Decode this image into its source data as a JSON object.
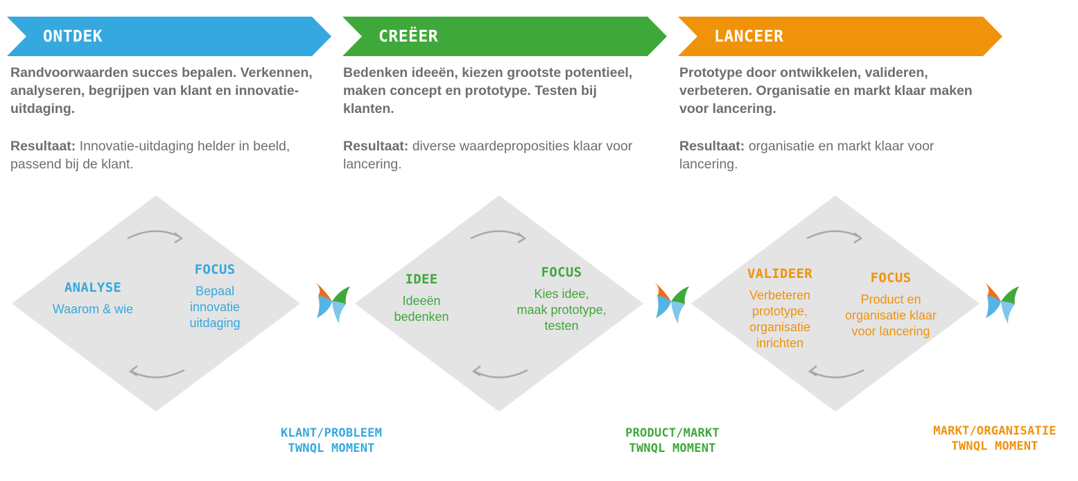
{
  "colors": {
    "blue": "#35a8df",
    "green": "#3fa83a",
    "orange": "#f0920a",
    "gray_text": "#6e6e6e",
    "diamond": "#e4e4e4",
    "arrow": "#a8a8a8"
  },
  "phases": [
    {
      "banner": "ONTDEK",
      "description": "Randvoorwaarden succes bepalen. Verkennen, analyseren, begrijpen van klant en innovatie-uitdaging.",
      "result_label": "Resultaat:",
      "result_text": " Innovatie-uitdaging helder in beeld, passend bij de klant.",
      "left_title": "ANALYSE",
      "left_body": "Waarom & wie",
      "right_title": "FOCUS",
      "right_body": "Bepaal\ninnovatie\nuitdaging",
      "moment_line1": "KLANT/PROBLEEM",
      "moment_line2": "TWNQL MOMENT"
    },
    {
      "banner": "CREËER",
      "description": "Bedenken ideeën, kiezen grootste potentieel, maken concept en prototype. Testen bij klanten.",
      "result_label": "Resultaat:",
      "result_text": " diverse waardeproposities klaar voor lancering.",
      "left_title": "IDEE",
      "left_body": "Ideeën\nbedenken",
      "right_title": "FOCUS",
      "right_body": "Kies idee,\nmaak prototype,\ntesten",
      "moment_line1": "PRODUCT/MARKT",
      "moment_line2": "TWNQL MOMENT"
    },
    {
      "banner": "LANCEER",
      "description": "Prototype door ontwikkelen, valideren, verbeteren. Organisatie en markt klaar maken voor lancering.",
      "result_label": "Resultaat:",
      "result_text": " organisatie en markt klaar voor lancering.",
      "left_title": "VALIDEER",
      "left_body": "Verbeteren\nprototype,\norganisatie\ninrichten",
      "right_title": "FOCUS",
      "right_body": "Product en\norganisatie klaar\nvoor lancering",
      "moment_line1": "MARKT/ORGANISATIE",
      "moment_line2": "TWNQL MOMENT"
    }
  ]
}
